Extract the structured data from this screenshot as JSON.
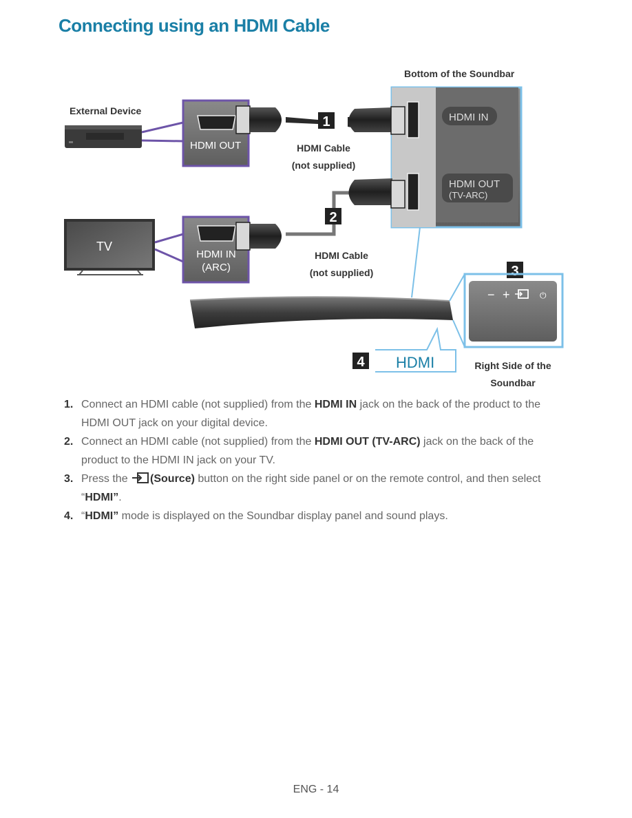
{
  "title": "Connecting using an HDMI Cable",
  "diagram": {
    "bottom_label": "Bottom of the Soundbar",
    "external_device": "External Device",
    "tv_label": "TV",
    "hdmi_out_port": "HDMI OUT",
    "hdmi_in_arc_line1": "HDMI IN",
    "hdmi_in_arc_line2": "(ARC)",
    "cable1_line1": "HDMI Cable",
    "cable1_line2": "(not supplied)",
    "cable2_line1": "HDMI Cable",
    "cable2_line2": "(not supplied)",
    "sb_hdmi_in": "HDMI IN",
    "sb_hdmi_out_line1": "HDMI OUT",
    "sb_hdmi_out_line2": "(TV-ARC)",
    "marker1": "1",
    "marker2": "2",
    "marker3": "3",
    "marker4": "4",
    "display_text": "HDMI",
    "panel_minus": "−",
    "panel_plus": "+",
    "panel_power": "⏻",
    "right_side_line1": "Right Side of the",
    "right_side_line2": "Soundbar"
  },
  "steps": [
    {
      "num": "1.",
      "a": "Connect an HDMI cable (not supplied) from the ",
      "b": "HDMI IN",
      "c": " jack on the back of the product to the HDMI OUT jack on your digital device."
    },
    {
      "num": "2.",
      "a": "Connect an HDMI cable (not supplied) from the ",
      "b": "HDMI OUT (TV-ARC)",
      "c": " jack on the back of the product to the HDMI IN jack on your TV."
    },
    {
      "num": "3.",
      "a": "Press the ",
      "icon": "source-icon",
      "b": "(Source)",
      "c": " button on the right side panel or on the remote control, and then select “",
      "d": "HDMI”",
      "e": "."
    },
    {
      "num": "4.",
      "a": "“",
      "b": "HDMI”",
      "c": " mode is displayed on the Soundbar display panel and sound plays."
    }
  ],
  "footer": "ENG - 14",
  "colors": {
    "title": "#1a7fa6",
    "purple": "#6d54a8",
    "blue": "#7cc0e8"
  }
}
